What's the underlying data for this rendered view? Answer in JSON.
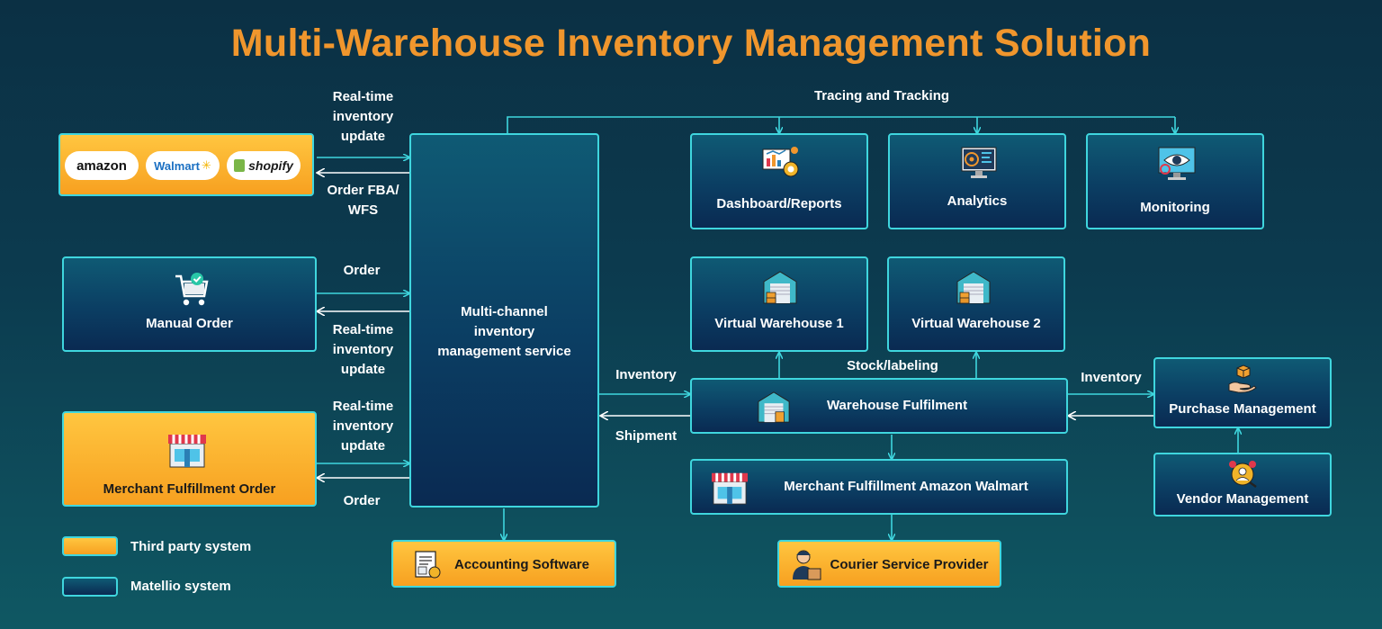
{
  "title": "Multi-Warehouse Inventory Management Solution",
  "colors": {
    "accent_orange": "#f0962d",
    "border_cyan": "#3fd6de",
    "box_navy": "#0b3e63",
    "third_party": "#f7a020"
  },
  "left": {
    "marketplace": {
      "logos": [
        "amazon",
        "Walmart",
        "shopify"
      ]
    },
    "manual_order": "Manual Order",
    "merchant_order": "Merchant Fulfillment Order"
  },
  "flows": {
    "realtime_update_1": [
      "Real-time",
      "inventory",
      "update"
    ],
    "order_fba": [
      "Order FBA/",
      "WFS"
    ],
    "order_1": "Order",
    "realtime_update_2": [
      "Real-time",
      "inventory",
      "update"
    ],
    "realtime_update_3": [
      "Real-time",
      "inventory",
      "update"
    ],
    "order_2": "Order",
    "tracing": "Tracing and Tracking",
    "inventory_left": "Inventory",
    "shipment": "Shipment",
    "stock_labeling": "Stock/labeling",
    "inventory_right": "Inventory"
  },
  "center": {
    "service": [
      "Multi-channel",
      "inventory",
      "management service"
    ]
  },
  "top_boxes": [
    "Dashboard/Reports",
    "Analytics",
    "Monitoring"
  ],
  "warehouses": [
    "Virtual Warehouse 1",
    "Virtual Warehouse 2"
  ],
  "fulfilment": "Warehouse Fulfilment",
  "merchant_amazon_walmart": "Merchant Fulfillment Amazon Walmart",
  "courier": "Courier Service Provider",
  "accounting": "Accounting Software",
  "purchase": "Purchase Management",
  "vendor": "Vendor Management",
  "legend": {
    "third_party": "Third party system",
    "matellio": "Matellio system"
  },
  "icons": [
    "cart-icon",
    "store-icon",
    "dashboard-icon",
    "analytics-icon",
    "monitoring-icon",
    "warehouse-icon",
    "box-hand-icon",
    "vendor-icon",
    "document-icon",
    "courier-icon"
  ]
}
